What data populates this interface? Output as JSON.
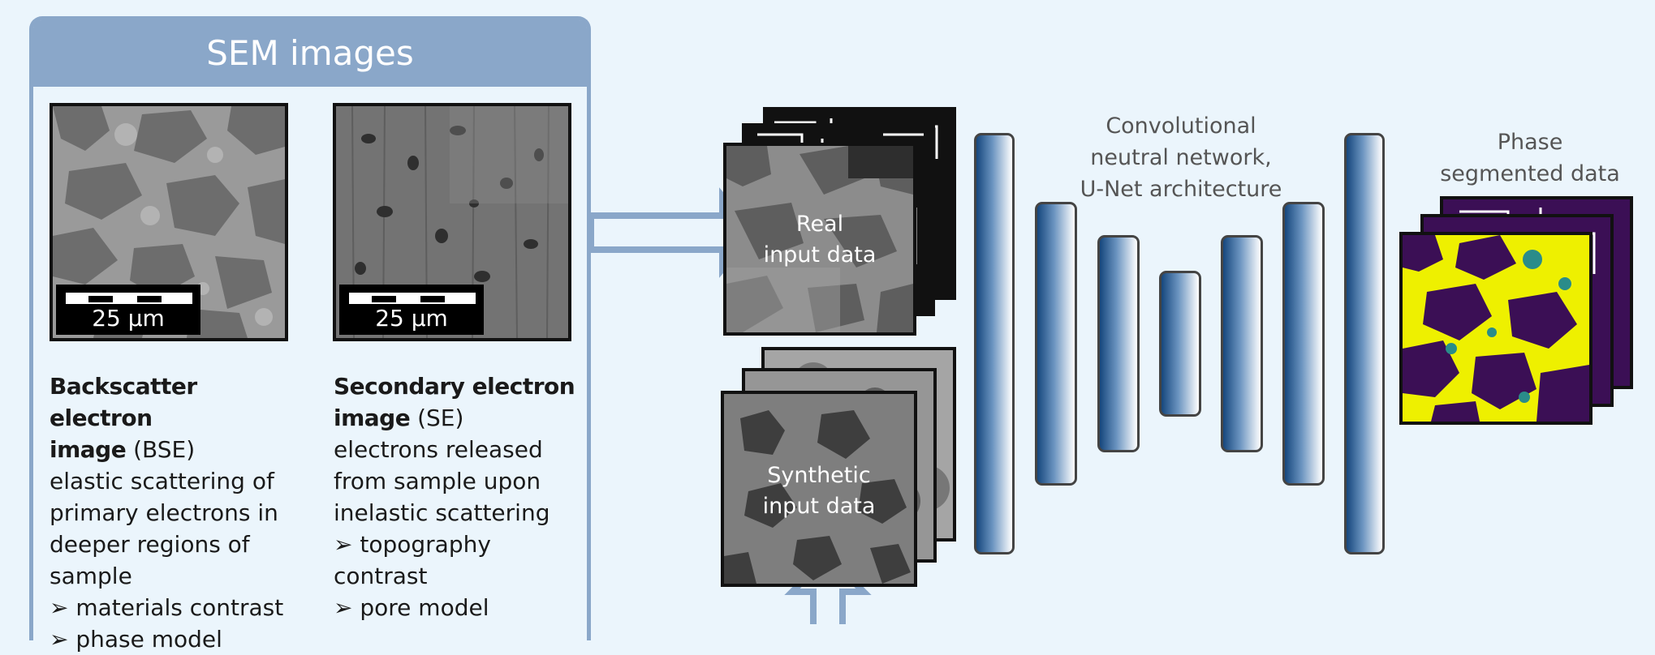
{
  "panel": {
    "title": "SEM images"
  },
  "bse": {
    "scale_label": "25 µm",
    "title": "Backscatter electron",
    "title_bold2": "image",
    "abbr": " (BSE)",
    "lines": [
      "elastic scattering of",
      "primary electrons in",
      "deeper regions of",
      "sample",
      "➢ materials contrast",
      "➢ phase model"
    ]
  },
  "se": {
    "scale_label": "25 µm",
    "title": "Secondary electron",
    "title_bold2": "image",
    "abbr": " (SE)",
    "lines": [
      "electrons released",
      "from sample upon",
      "inelastic scattering",
      "➢ topography",
      "contrast",
      "➢ pore model"
    ]
  },
  "real_input": {
    "line1": "Real",
    "line2": "input data"
  },
  "synthetic_input": {
    "line1": "Synthetic",
    "line2": "input data"
  },
  "network": {
    "line1": "Convolutional",
    "line2": "neutral network,",
    "line3": "U-Net architecture"
  },
  "output": {
    "line1": "Phase",
    "line2": "segmented data"
  },
  "colors": {
    "panel_border": "#8aa7c9",
    "background": "#ebf5fc",
    "arrow": "#8aa7c9",
    "seg_purple": "#3b0f55",
    "seg_yellow": "#eef000",
    "seg_teal": "#2a8c8a"
  }
}
